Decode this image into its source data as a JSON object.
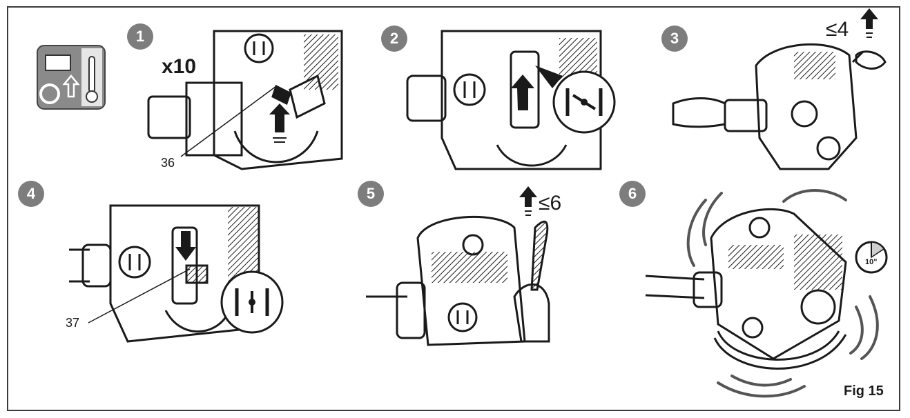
{
  "steps": [
    {
      "number": "1",
      "annotation": "x10",
      "ref_label": "36"
    },
    {
      "number": "2"
    },
    {
      "number": "3",
      "annotation": "≤4"
    },
    {
      "number": "4",
      "ref_label": "37"
    },
    {
      "number": "5",
      "annotation": "≤6"
    },
    {
      "number": "6",
      "timer_label": "10\""
    }
  ],
  "figure_label": "Fig 15",
  "icons": {
    "warm_start": "engine-warm-thermometer-icon",
    "choke_closed": "choke-closed-icon",
    "choke_open": "choke-open-icon",
    "timer": "timer-icon"
  },
  "colors": {
    "badge": "#7d7d7d",
    "icon_bg": "#8a8a8a",
    "line": "#1a1a1a"
  }
}
